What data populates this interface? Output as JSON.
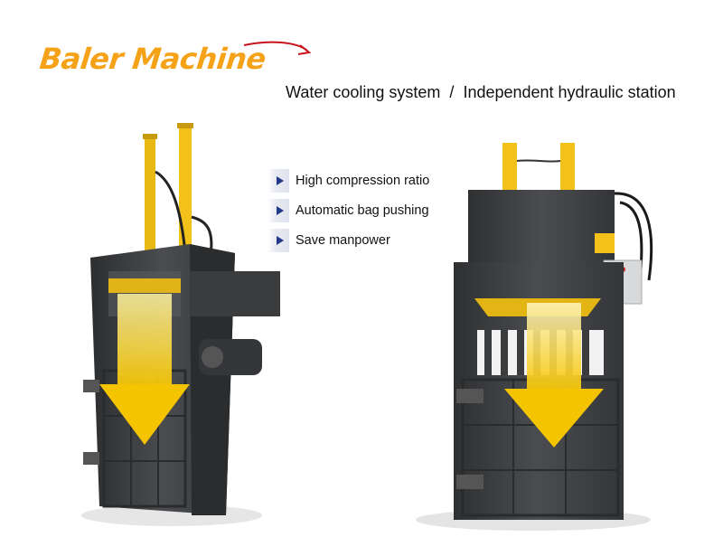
{
  "header": {
    "title": "Baler Machine",
    "subtitle_left": "Water cooling system",
    "subtitle_sep": "/",
    "subtitle_right": "Independent hydraulic station"
  },
  "features": [
    {
      "icon": "triangle-bullet-icon",
      "label": "High compression ratio"
    },
    {
      "icon": "triangle-bullet-icon",
      "label": "Automatic bag pushing"
    },
    {
      "icon": "triangle-bullet-icon",
      "label": "Save manpower"
    }
  ],
  "colors": {
    "title_orange": "#f5a218",
    "arrow_red": "#c8141e",
    "machine_gray": "#3f4143",
    "cylinder_yellow": "#f2c21a",
    "press_arrow_yellow": "#f5c400",
    "bullet_blue": "#23398a"
  }
}
